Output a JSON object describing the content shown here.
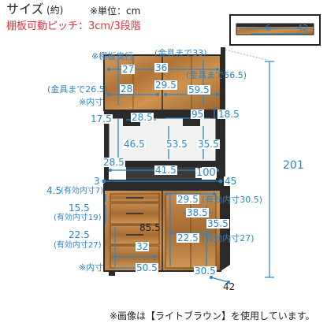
{
  "header": {
    "title": "サイズ",
    "title_unit": "(約)",
    "unit_note": "※単位：cm",
    "shelf_pitch": "棚板可動ピッチ：3cm/3段階"
  },
  "inset": {
    "dims": [
      "6",
      "42"
    ]
  },
  "hutch": {
    "shelf_depth_note": "※棚板奥行",
    "to_fitting_33": "(金具まで33)",
    "to_fitting_26_5": "(金具まで26.5)",
    "to_fitting_56_5": "(金具まで56.5)",
    "inner_note": "※内寸",
    "d27": "27",
    "d36": "36",
    "d28": "28",
    "d29_5": "29.5",
    "d59_5": "59.5",
    "d17_5": "17.5",
    "d28_5a": "28.5",
    "d95": "95",
    "d18_5": "18.5",
    "d46_5": "46.5",
    "d53_5": "53.5",
    "d35_5a": "35.5",
    "d28_5b": "28.5",
    "d41_5": "41.5",
    "d100": "100",
    "d3": "3",
    "d45": "45"
  },
  "base": {
    "d4_5": "4.5",
    "inner_7": "(有効内寸7)",
    "d15_5": "15.5",
    "inner_19": "(有効内寸19)",
    "d22_5a": "22.5",
    "inner_27a": "(有効内寸27)",
    "d85_5": "85.5",
    "d32": "32",
    "inner_note": "※内寸",
    "d50_5": "50.5",
    "d29_5": "29.5",
    "inner_30_5": "(有効内寸30.5)",
    "d38_5": "38.5",
    "d35_5": "35.5",
    "d22_5b": "22.5",
    "inner_27b": "(有効内寸27)",
    "d30_5": "30.5",
    "d42": "42"
  },
  "total_height": "201",
  "footer_note": "※画像は【ライトブラウン】を使用しています。",
  "colors": {
    "wood_light": "#c98e4f",
    "wood_dark": "#8a5a2b",
    "frame": "#2a2a2a",
    "dimension": "#2e84c4",
    "accent": "#d9333f"
  }
}
